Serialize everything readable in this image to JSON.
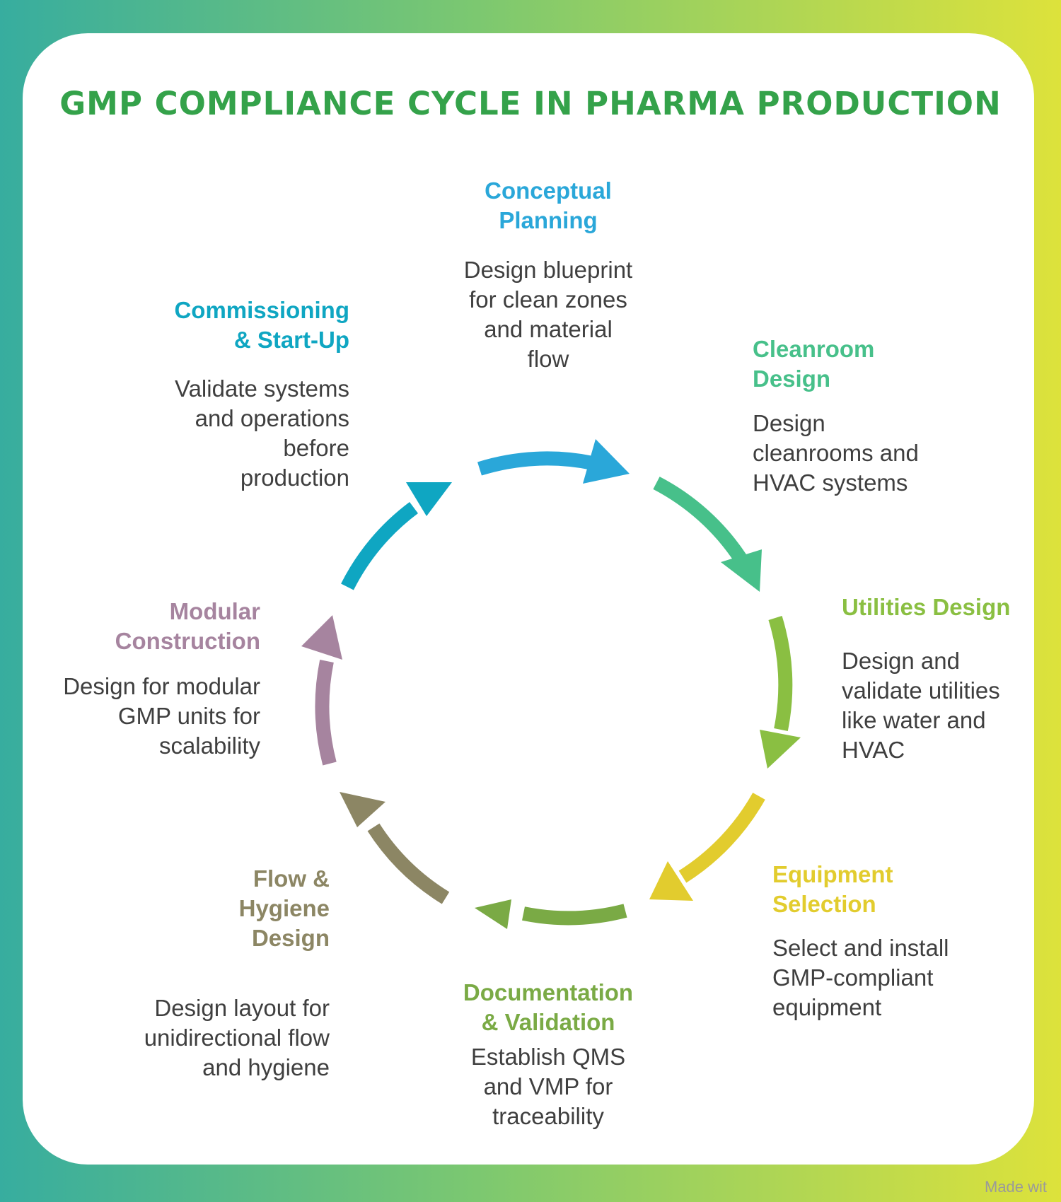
{
  "title": "GMP COMPLIANCE CYCLE IN PHARMA PRODUCTION",
  "colors": {
    "title": "#34a24a",
    "conceptual": "#2aa7d9",
    "cleanroom": "#47c08a",
    "utilities": "#8abf42",
    "equipment": "#e2cc2e",
    "documentation": "#7aaa45",
    "flow_hygiene": "#8c8664",
    "modular": "#a6849f",
    "commissioning": "#0fa6c2"
  },
  "stages": [
    {
      "id": "conceptual",
      "heading": "Conceptual\nPlanning",
      "description": "Design blueprint\nfor clean zones\nand material\nflow"
    },
    {
      "id": "cleanroom",
      "heading": "Cleanroom\nDesign",
      "description": "Design\ncleanrooms and\nHVAC systems"
    },
    {
      "id": "utilities",
      "heading": "Utilities Design",
      "description": "Design and\nvalidate utilities\nlike water and\nHVAC"
    },
    {
      "id": "equipment",
      "heading": "Equipment\nSelection",
      "description": "Select and install\nGMP-compliant\nequipment"
    },
    {
      "id": "documentation",
      "heading": "Documentation\n& Validation",
      "description": "Establish QMS\nand VMP for\ntraceability"
    },
    {
      "id": "flow_hygiene",
      "heading": "Flow &\nHygiene\nDesign",
      "description": "Design layout for\nunidirectional flow\nand hygiene"
    },
    {
      "id": "modular",
      "heading": "Modular\nConstruction",
      "description": "Design for modular\nGMP units for\nscalability"
    },
    {
      "id": "commissioning",
      "heading": "Commissioning\n& Start-Up",
      "description": "Validate systems\nand operations\nbefore\nproduction"
    }
  ],
  "watermark": "Made wit"
}
